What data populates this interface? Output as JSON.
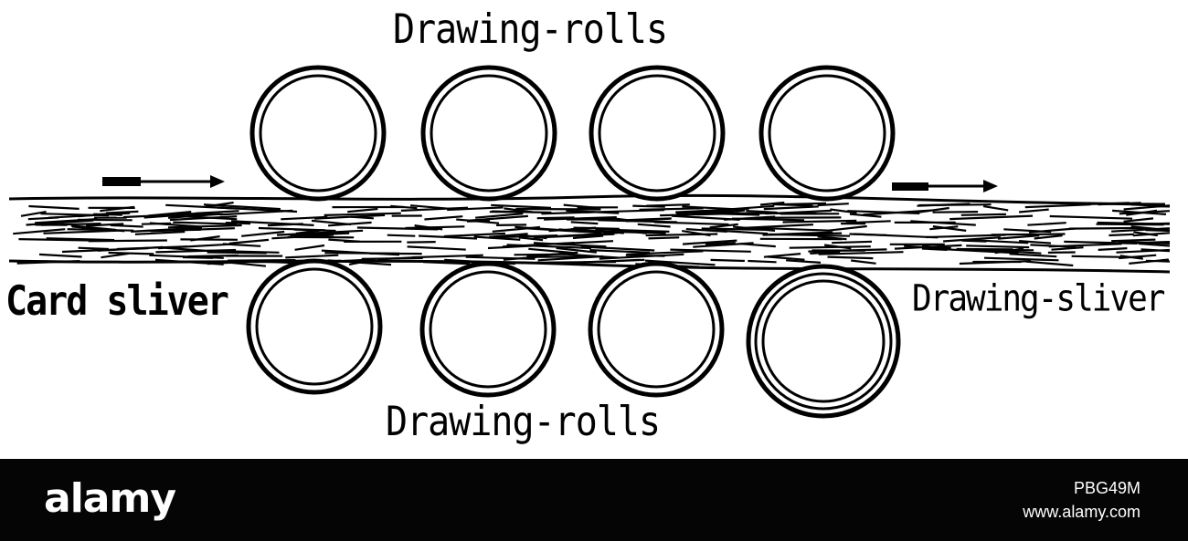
{
  "labels": {
    "top_rolls": "Drawing-rolls",
    "bottom_rolls": "Drawing-rolls",
    "input": "Card sliver",
    "output": "Drawing-sliver"
  },
  "diagram": {
    "top_roll_count": 4,
    "bottom_roll_count": 4,
    "direction": "left-to-right"
  },
  "watermark": {
    "brand": "alamy",
    "image_id": "PBG49M",
    "site": "www.alamy.com"
  },
  "colors": {
    "ink": "#000000",
    "paper": "#ffffff",
    "footer": "#050505"
  }
}
